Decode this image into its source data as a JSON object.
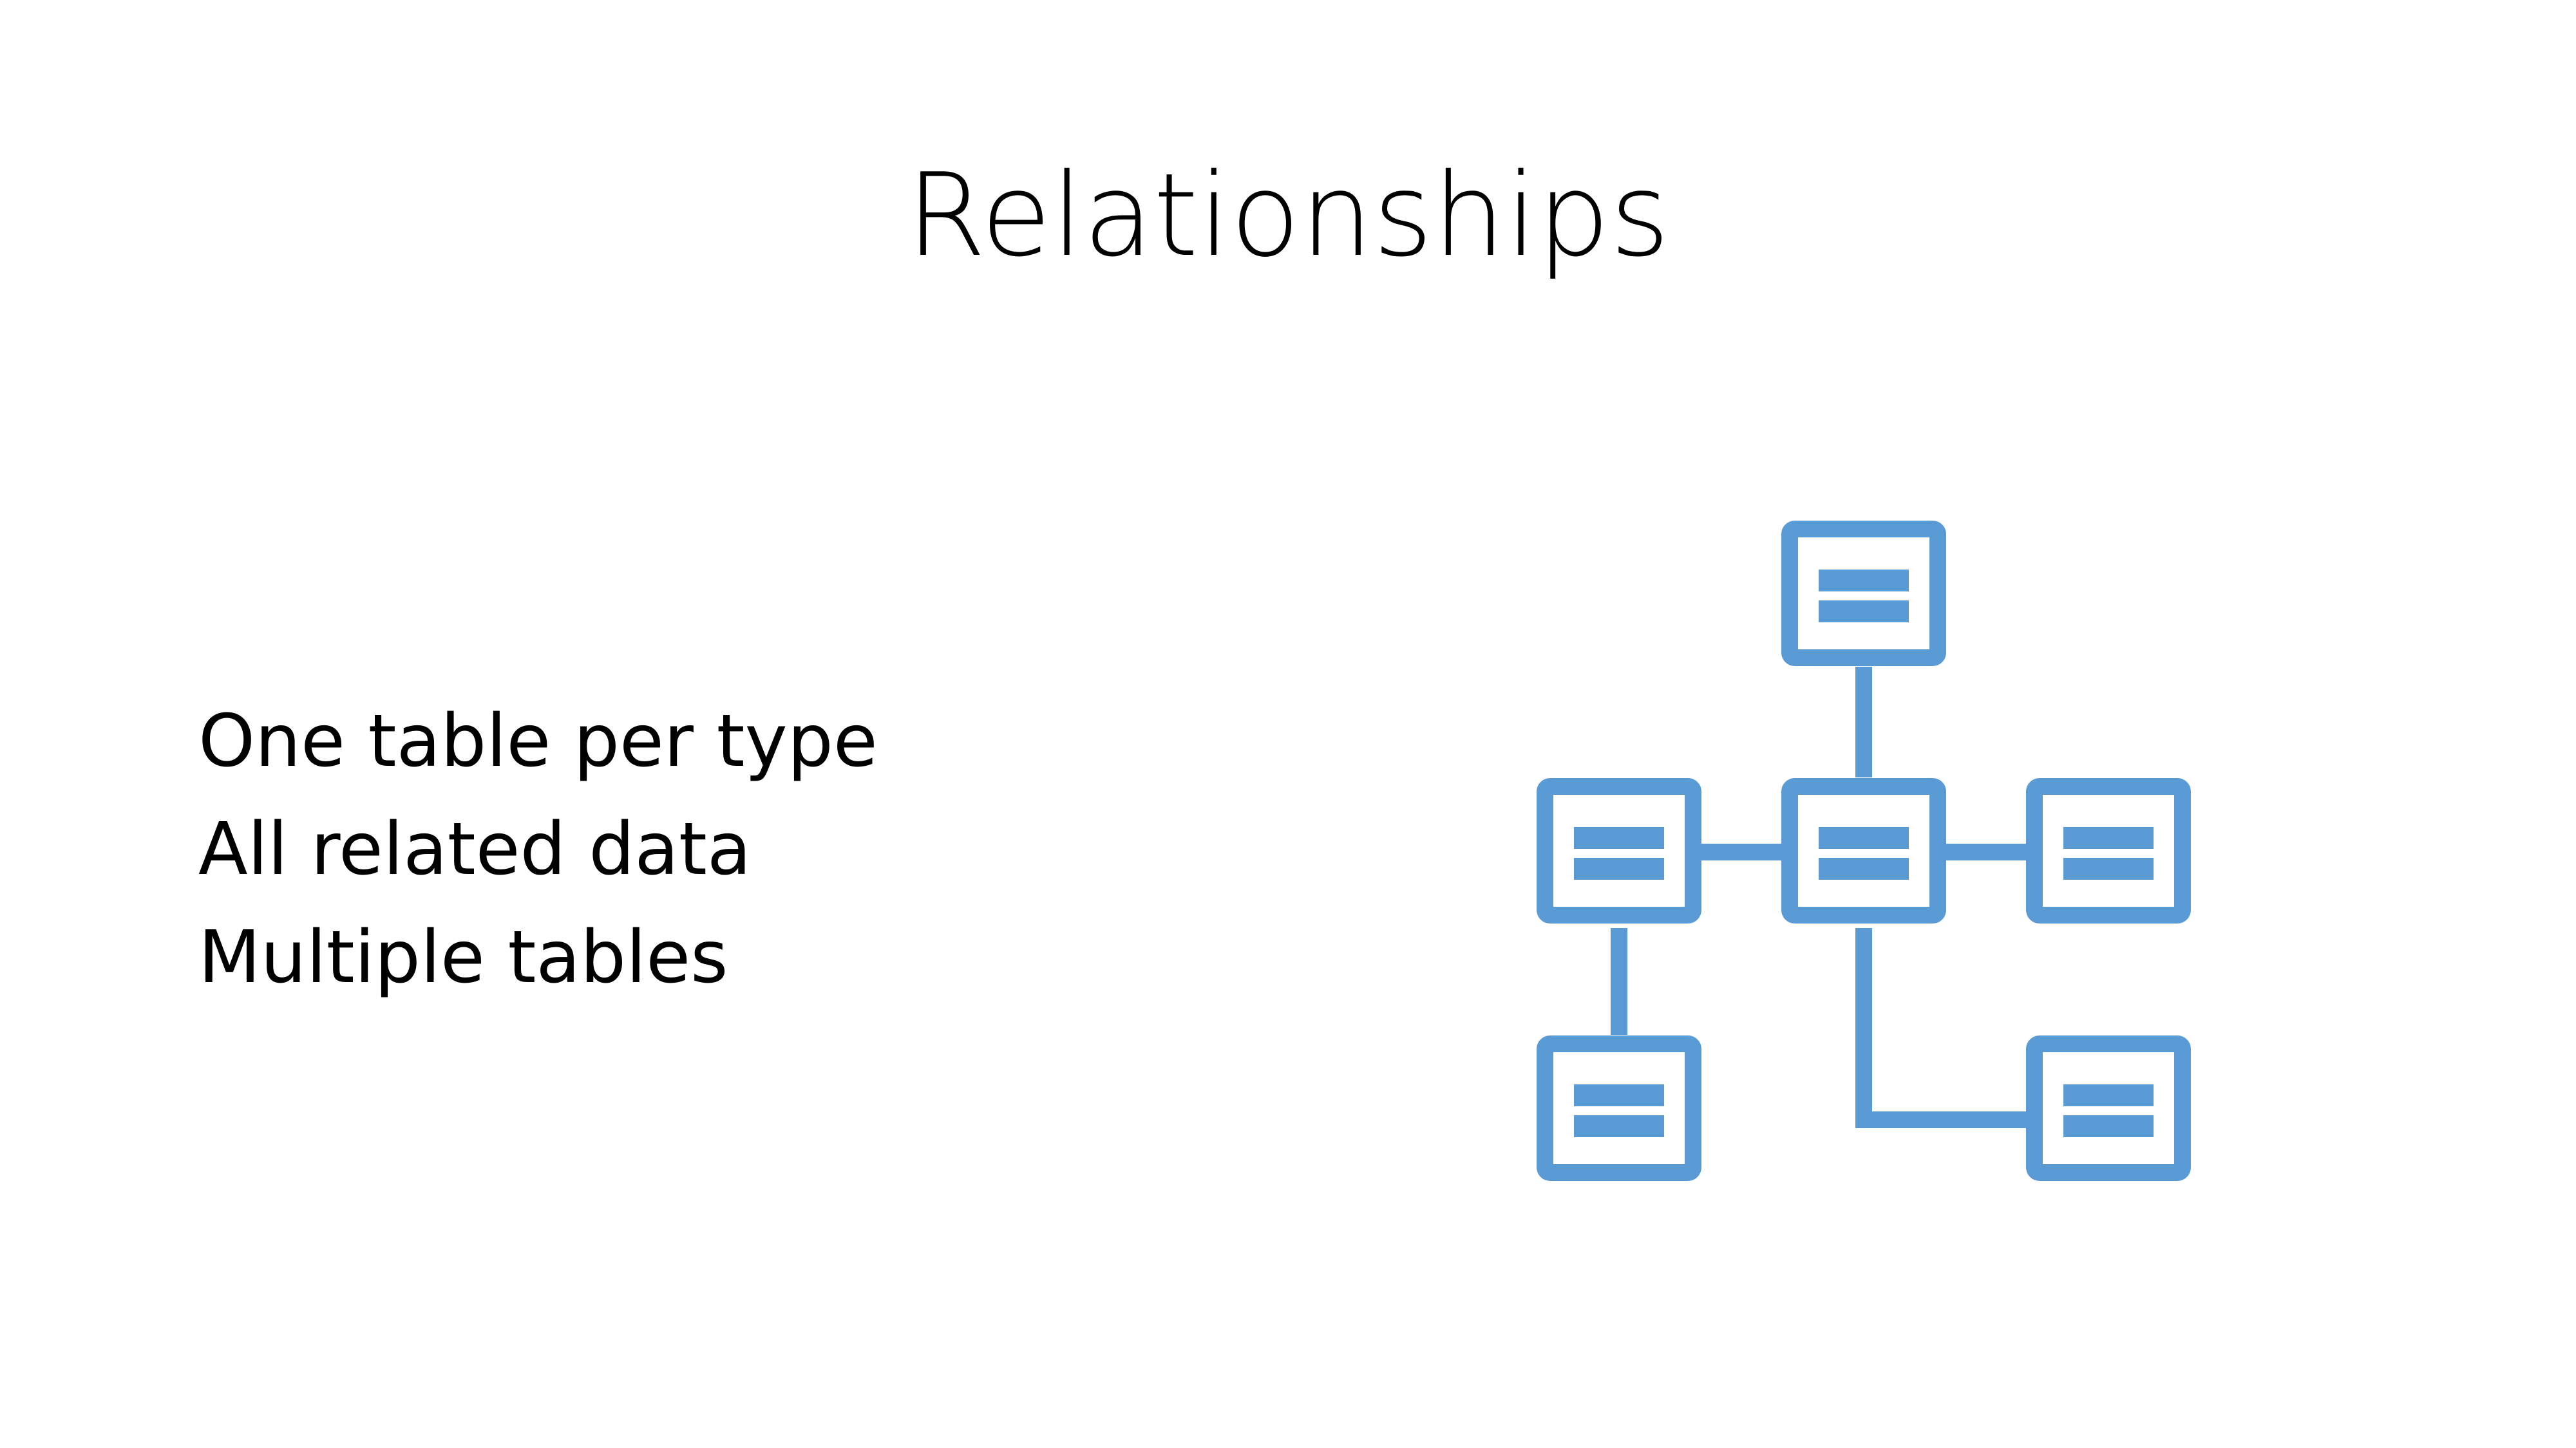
{
  "slide": {
    "title": "Relationships",
    "bullets": [
      "One table per type",
      "All related data",
      "Multiple tables"
    ]
  },
  "diagram": {
    "icon": "relational-tables-icon",
    "color": "#5B9BD5",
    "tables": [
      "top",
      "left",
      "center",
      "right",
      "bottom-left",
      "bottom-right"
    ],
    "links": [
      [
        "top",
        "center"
      ],
      [
        "left",
        "center"
      ],
      [
        "center",
        "right"
      ],
      [
        "left",
        "bottom-left"
      ],
      [
        "center",
        "bottom-right"
      ]
    ]
  }
}
